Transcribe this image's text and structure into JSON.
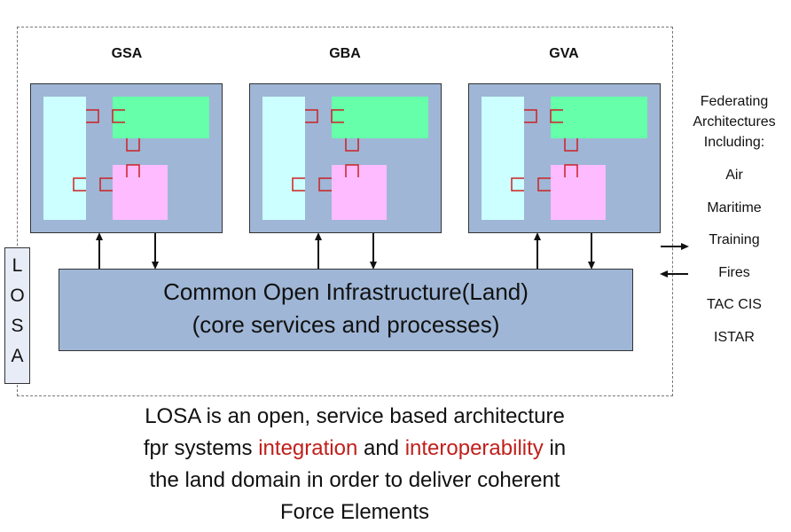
{
  "architectures": [
    {
      "label": "GSA"
    },
    {
      "label": "GBA"
    },
    {
      "label": "GVA"
    }
  ],
  "infrastructure": {
    "line1": "Common Open Infrastructure(Land)",
    "line2": "(core services and processes)"
  },
  "losa_letters": [
    "L",
    "O",
    "S",
    "A"
  ],
  "federating": {
    "title_lines": [
      "Federating",
      "Architectures",
      "Including:"
    ],
    "items": [
      "Air",
      "Maritime",
      "Training",
      "Fires",
      "TAC CIS",
      "ISTAR"
    ]
  },
  "caption": {
    "line1": "LOSA is an open, service based architecture",
    "line2_a": "fpr systems ",
    "line2_hl1": "integration",
    "line2_b": " and ",
    "line2_hl2": "interoperability",
    "line2_c": " in",
    "line3": "the land domain in order to deliver coherent",
    "line4": "Force Elements"
  },
  "colors": {
    "domain_fill": "#9fb6d6",
    "cyan": "#ccffff",
    "green": "#66ffaa",
    "pink": "#ffbbff",
    "connector": "#cc2222",
    "highlight": "#c0201c"
  }
}
